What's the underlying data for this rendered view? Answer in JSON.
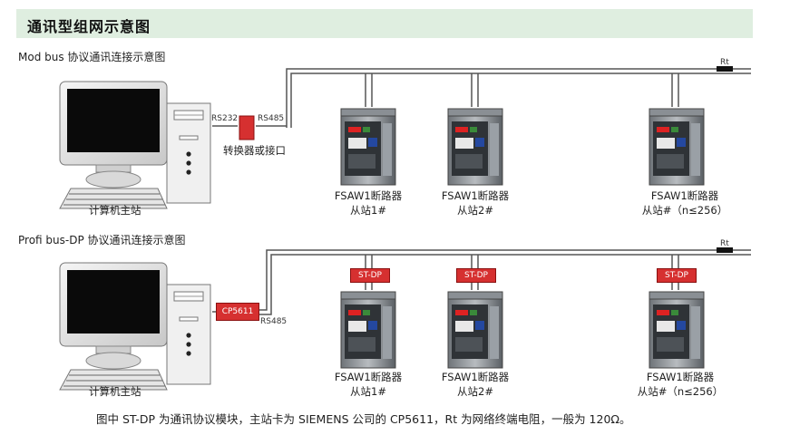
{
  "page_title": "通讯型组网示意图",
  "modbus": {
    "heading": "Mod bus 协议通讯连接示意图",
    "pc_label": "计算机主站",
    "rs232": "RS232",
    "rs485": "RS485",
    "converter": "转换器或接口",
    "rt": "Rt",
    "stations": [
      {
        "model": "FSAW1断路器",
        "slave": "从站1#"
      },
      {
        "model": "FSAW1断路器",
        "slave": "从站2#"
      },
      {
        "model": "FSAW1断路器",
        "slave": "从站#（n≤256）"
      }
    ]
  },
  "profibus": {
    "heading": "Profi bus-DP 协议通讯连接示意图",
    "pc_label": "计算机主站",
    "card": "CP5611",
    "rs485": "RS485",
    "rt": "Rt",
    "module": "ST-DP",
    "stations": [
      {
        "model": "FSAW1断路器",
        "slave": "从站1#"
      },
      {
        "model": "FSAW1断路器",
        "slave": "从站2#"
      },
      {
        "model": "FSAW1断路器",
        "slave": "从站#（n≤256）"
      }
    ]
  },
  "footer_note": "图中 ST-DP 为通讯协议模块，主站卡为 SIEMENS 公司的 CP5611，Rt 为网络终端电阻，一般为 120Ω。",
  "colors": {
    "title_bg": "#dfeee0",
    "module_red": "#d63030"
  }
}
